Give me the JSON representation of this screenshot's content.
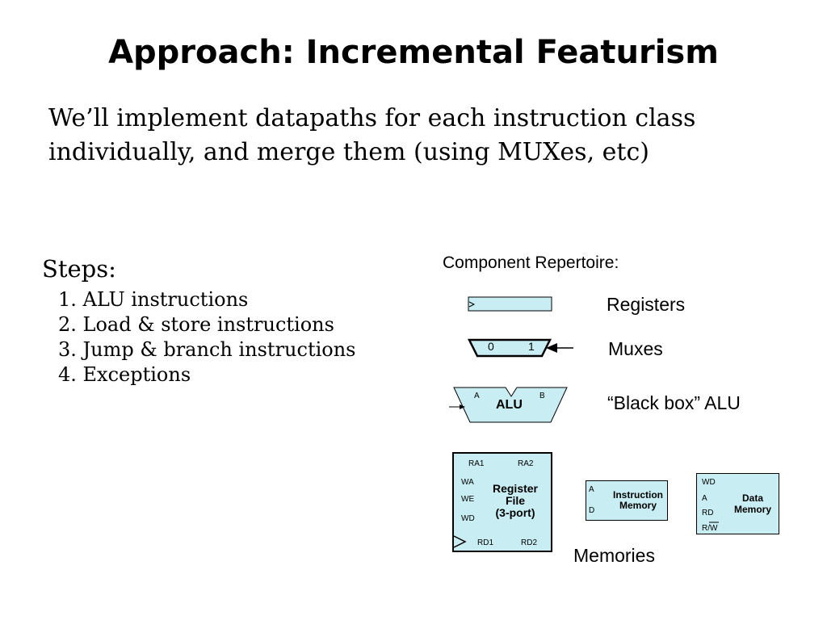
{
  "slide": {
    "title": "Approach: Incremental Featurism",
    "intro_line1": "We’ll implement datapaths for each instruction class",
    "intro_line2": "individually, and merge them (using MUXes, etc)"
  },
  "steps": {
    "heading": "Steps:",
    "items": [
      "1. ALU instructions",
      "2. Load & store instructions",
      "3. Jump & branch instructions",
      "4. Exceptions"
    ]
  },
  "components": {
    "heading": "Component Repertoire:",
    "registers_label": "Registers",
    "muxes_label": "Muxes",
    "alu_label": "“Black box” ALU",
    "memories_label": "Memories",
    "mux": {
      "input0": "0",
      "input1": "1"
    },
    "alu": {
      "name": "ALU",
      "input_a": "A",
      "input_b": "B"
    },
    "register_file": {
      "line1": "Register",
      "line2": "File",
      "line3": "(3-port)",
      "ra1": "RA1",
      "ra2": "RA2",
      "wa": "WA",
      "we": "WE",
      "wd": "WD",
      "rd1": "RD1",
      "rd2": "RD2"
    },
    "instruction_memory": {
      "line1": "Instruction",
      "line2": "Memory",
      "a": "A",
      "d": "D"
    },
    "data_memory": {
      "line1": "Data",
      "line2": "Memory",
      "wd": "WD",
      "a": "A",
      "rd": "RD",
      "rw": "R/W"
    }
  },
  "colors": {
    "component_fill": "#c8eef4",
    "stroke": "#000000"
  }
}
